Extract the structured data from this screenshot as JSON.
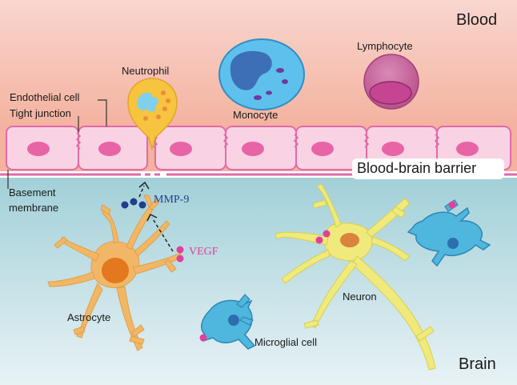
{
  "regions": {
    "top": "Blood",
    "bottom": "Brain"
  },
  "labels": {
    "endothelial": "Endothelial cell",
    "tight_junction": "Tight junction",
    "neutrophil": "Neutrophil",
    "monocyte": "Monocyte",
    "lymphocyte": "Lymphocyte",
    "bbb": "Blood-brain barrier",
    "basement": "Basement",
    "membrane": "membrane",
    "mmp9": "MMP-9",
    "vegf": "VEGF",
    "astrocyte": "Astrocyte",
    "neuron": "Neuron",
    "microglia": "Microglial cell"
  },
  "colors": {
    "blood_top": "#f6cfc7",
    "blood_bottom": "#f4b1a0",
    "brain_top": "#a7d3da",
    "brain_bottom": "#e6f1f4",
    "endothelial_fill": "#f9d3e4",
    "endothelial_stroke": "#e26aa6",
    "nucleus_pink": "#e864a6",
    "astrocyte": "#f2b766",
    "astrocyte_nucleus": "#e3781e",
    "neuron": "#f0ea7c",
    "neuron_nucleus": "#d9833c",
    "microglia": "#4fb6de",
    "microglia_nucleus": "#2c6fae",
    "mmp9_dots": "#1f3e8c",
    "vegf_dots": "#e0409a",
    "neutrophil": "#f6c43e",
    "monocyte": "#5ec0ec",
    "lymphocyte": "#c64592"
  }
}
